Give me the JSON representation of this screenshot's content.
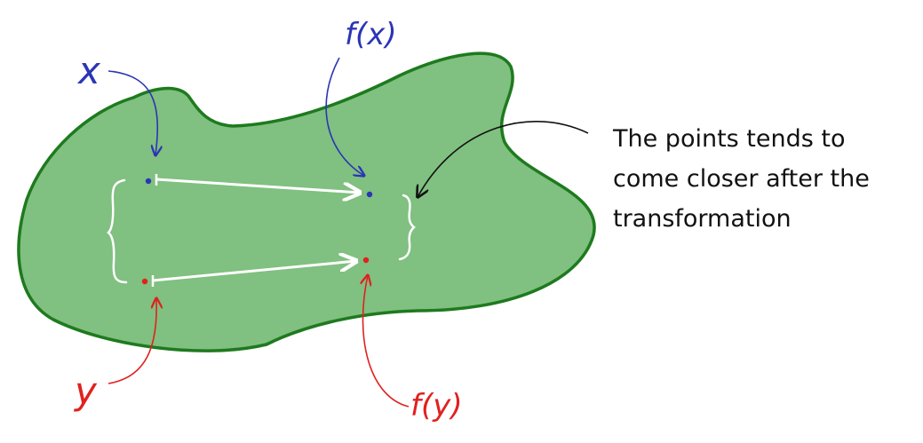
{
  "labels": {
    "x": "x",
    "fx": "f(x)",
    "y": "y",
    "fy": "f(y)"
  },
  "note": {
    "lines": [
      "The points tends to",
      "come closer after the",
      "transformation"
    ]
  },
  "colors": {
    "region_fill": "#80c080",
    "region_stroke": "#1e7a1e",
    "x_color": "#2b35b5",
    "y_color": "#e0211f",
    "arrow_color": "#ffffff",
    "annotation_color": "#111111"
  }
}
